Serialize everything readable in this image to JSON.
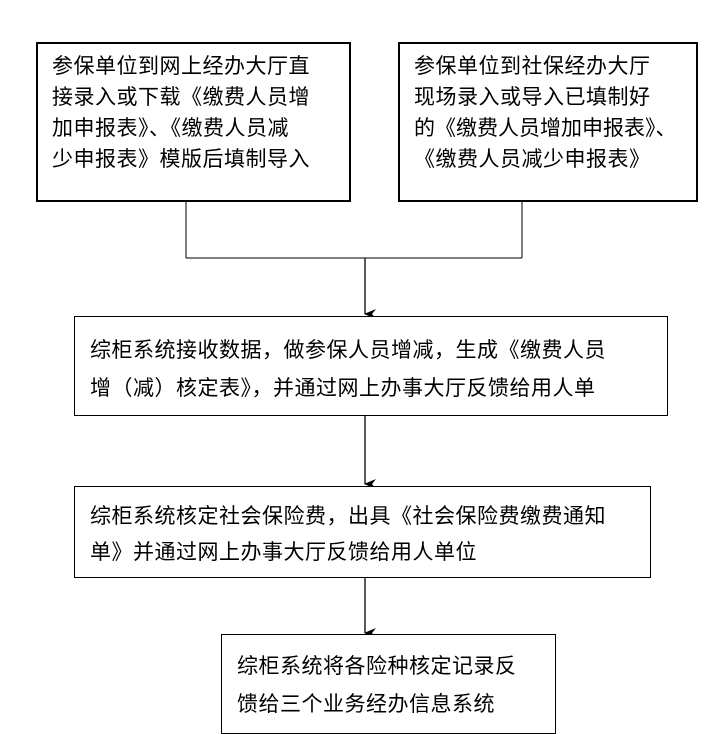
{
  "flow": {
    "top_left": {
      "lines": [
        "参保单位到网上经办大厅直",
        "接录入或下载《缴费人员增",
        "加申报表》、《缴费人员减",
        "少申报表》模版后填制导入"
      ]
    },
    "top_right": {
      "lines": [
        "参保单位到社保经办大厅",
        "现场录入或导入已填制好",
        "的《缴费人员增加申报表》、",
        "《缴费人员减少申报表》"
      ]
    },
    "step_1": {
      "lines": [
        "综柜系统接收数据，做参保人员增减，生成《缴费人员",
        "增（减）核定表》，并通过网上办事大厅反馈给用人单"
      ]
    },
    "step_2": {
      "lines": [
        "综柜系统核定社会保险费，出具《社会保险费缴费通知",
        "单》并通过网上办事大厅反馈给用人单位"
      ]
    },
    "step_3": {
      "lines": [
        "综柜系统将各险种核定记录反",
        "馈给三个业务经办信息系统"
      ]
    }
  }
}
